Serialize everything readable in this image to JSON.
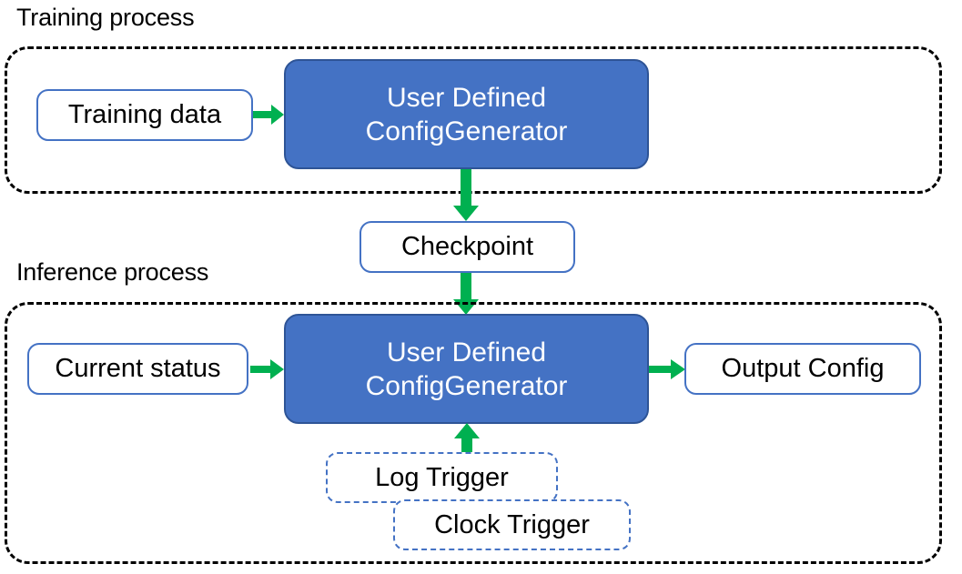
{
  "diagram": {
    "title_training": "Training process",
    "title_inference": "Inference process",
    "colors": {
      "primary_fill": "#4472C4",
      "primary_border": "#2E5496",
      "node_border": "#4472C4",
      "arrow": "#00B050",
      "container_border": "#000000",
      "text_dark": "#000000",
      "text_light": "#FFFFFF"
    }
  },
  "training": {
    "input": {
      "label": "Training data"
    },
    "generator": {
      "label": "User Defined\nConfigGenerator"
    }
  },
  "checkpoint": {
    "label": "Checkpoint"
  },
  "inference": {
    "input": {
      "label": "Current status"
    },
    "generator": {
      "label": "User Defined\nConfigGenerator"
    },
    "output": {
      "label": "Output Config"
    },
    "triggers": [
      {
        "label": "Log Trigger"
      },
      {
        "label": "Clock Trigger"
      }
    ]
  },
  "arrows": [
    {
      "name": "training-data-to-generator",
      "direction": "right"
    },
    {
      "name": "training-generator-to-checkpoint",
      "direction": "down"
    },
    {
      "name": "checkpoint-to-inference-generator",
      "direction": "down"
    },
    {
      "name": "current-status-to-generator",
      "direction": "right"
    },
    {
      "name": "generator-to-output-config",
      "direction": "right"
    },
    {
      "name": "log-trigger-to-generator",
      "direction": "up"
    }
  ]
}
